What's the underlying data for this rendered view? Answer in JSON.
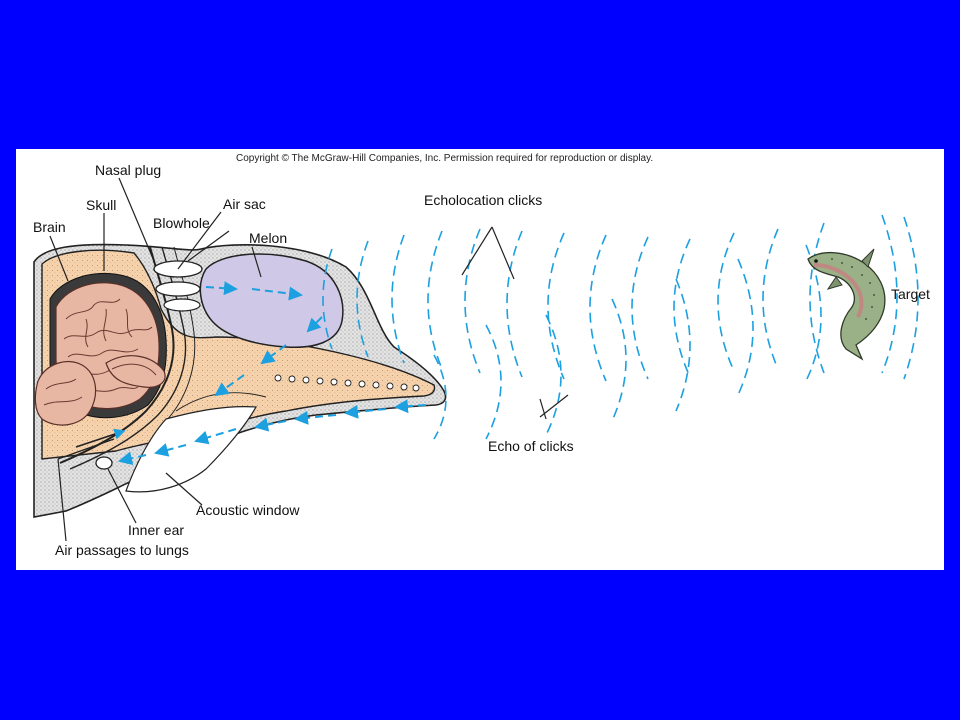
{
  "slide": {
    "background_color": "#0000ff"
  },
  "figure": {
    "copyright": "Copyright © The McGraw-Hill Companies, Inc. Permission required for reproduction or display.",
    "labels": {
      "nasal_plug": "Nasal plug",
      "skull": "Skull",
      "air_sac": "Air sac",
      "brain": "Brain",
      "blowhole": "Blowhole",
      "melon": "Melon",
      "echolocation_clicks": "Echolocation clicks",
      "target": "Target",
      "echo_of_clicks": "Echo of clicks",
      "acoustic_window": "Acoustic window",
      "inner_ear": "Inner ear",
      "air_passages": "Air passages to lungs"
    },
    "colors": {
      "head_fill": "#e0e0e0",
      "bone_fill": "#f5d2ac",
      "brain_fill": "#e8b7a4",
      "melon_fill": "#cfc8e6",
      "wave_color": "#1ca0e0"
    },
    "icons": [
      "fish-icon"
    ]
  }
}
